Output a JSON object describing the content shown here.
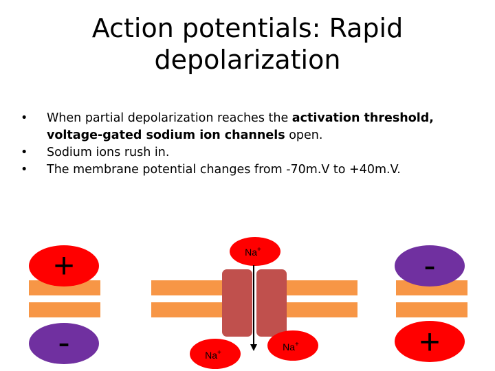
{
  "slide": {
    "title_line1": "Action potentials: Rapid",
    "title_line2": "depolarization",
    "bullets": [
      {
        "pre": "When partial depolarization reaches the ",
        "bold1": "activation threshold,",
        "mid": " ",
        "bold2": "voltage-gated sodium ion channels",
        "post": " open."
      },
      {
        "text": "Sodium ions rush in."
      },
      {
        "text": "The membrane potential changes from -70m.V to +40m.V."
      }
    ]
  },
  "diagram": {
    "left_top_sign": "+",
    "left_bottom_sign": "-",
    "right_top_sign": "-",
    "right_bottom_sign": "+",
    "na_top": "Na",
    "na_bottom_left": "Na",
    "na_bottom_right": "Na",
    "charge": "+",
    "colors": {
      "red_oval": "#ff0000",
      "purple_oval": "#7030a0",
      "membrane": "#f79646",
      "channel": "#c0504d"
    }
  }
}
